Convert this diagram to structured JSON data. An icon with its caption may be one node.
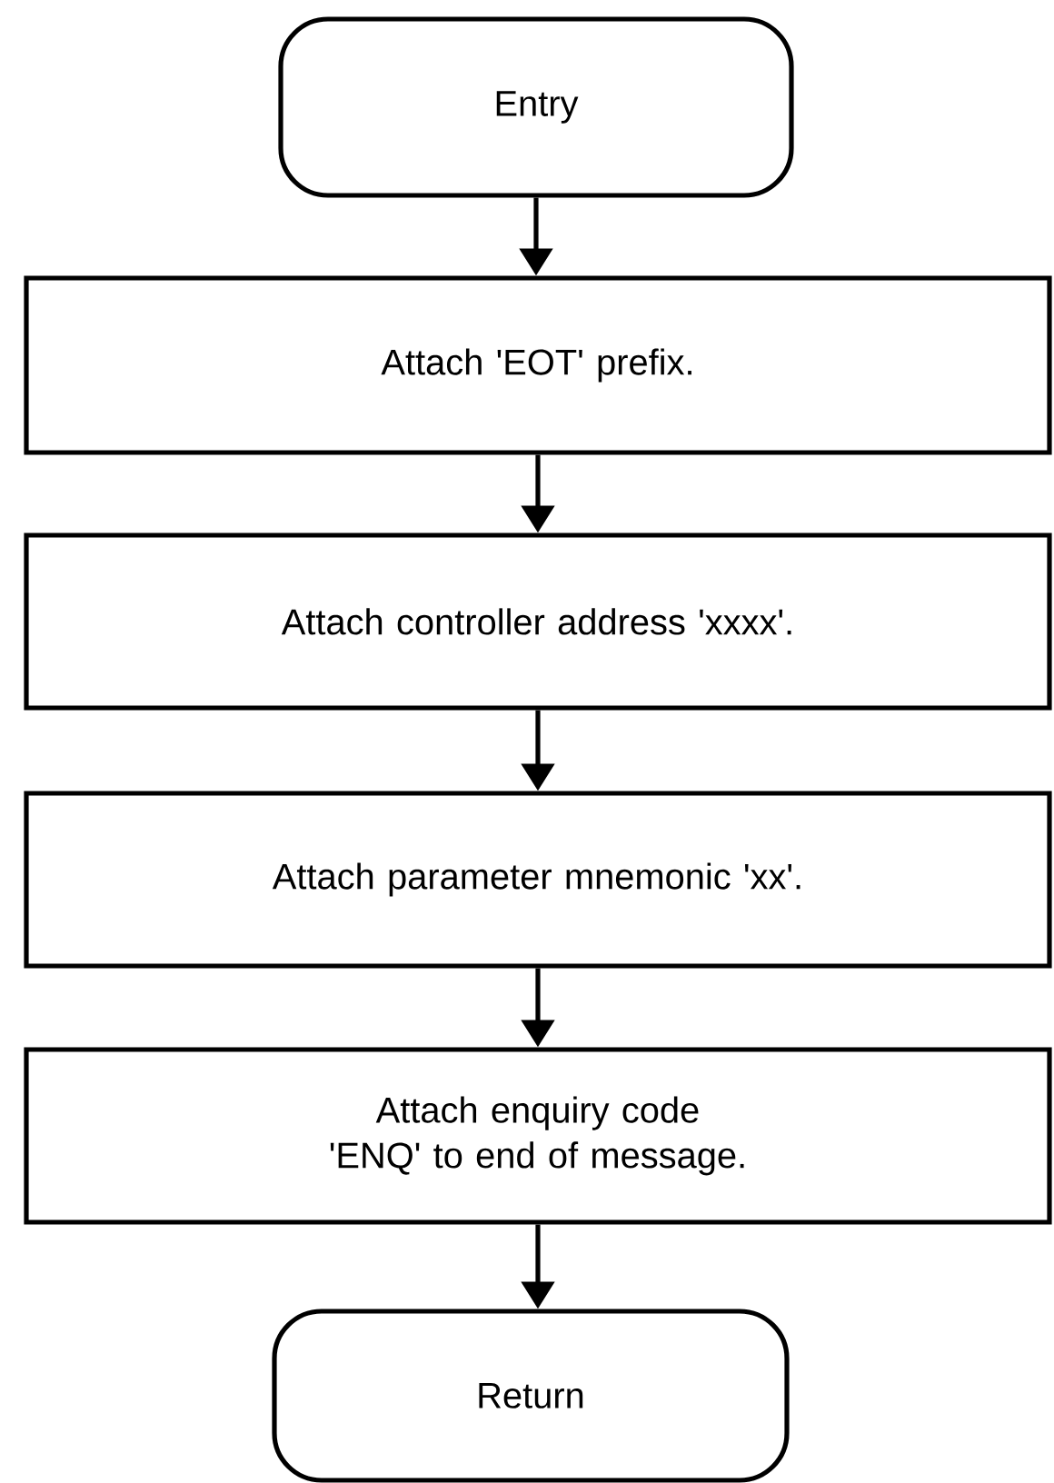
{
  "diagram": {
    "nodes": [
      {
        "text": [
          "Entry"
        ]
      },
      {
        "text": [
          "Attach 'EOT' prefix."
        ]
      },
      {
        "text": [
          "Attach controller address 'xxxx'."
        ]
      },
      {
        "text": [
          "Attach parameter mnemonic 'xx'."
        ]
      },
      {
        "text": [
          "Attach enquiry code 'ENQ' to end of message."
        ]
      },
      {
        "text": [
          "Return"
        ]
      }
    ],
    "edges": [
      {
        "from": 0,
        "to": 1,
        "arrow": "to"
      },
      {
        "from": 1,
        "to": 2,
        "arrow": "to"
      },
      {
        "from": 2,
        "to": 3,
        "arrow": "to"
      },
      {
        "from": 3,
        "to": 4,
        "arrow": "to"
      },
      {
        "from": 4,
        "to": 5,
        "arrow": "to"
      }
    ]
  }
}
